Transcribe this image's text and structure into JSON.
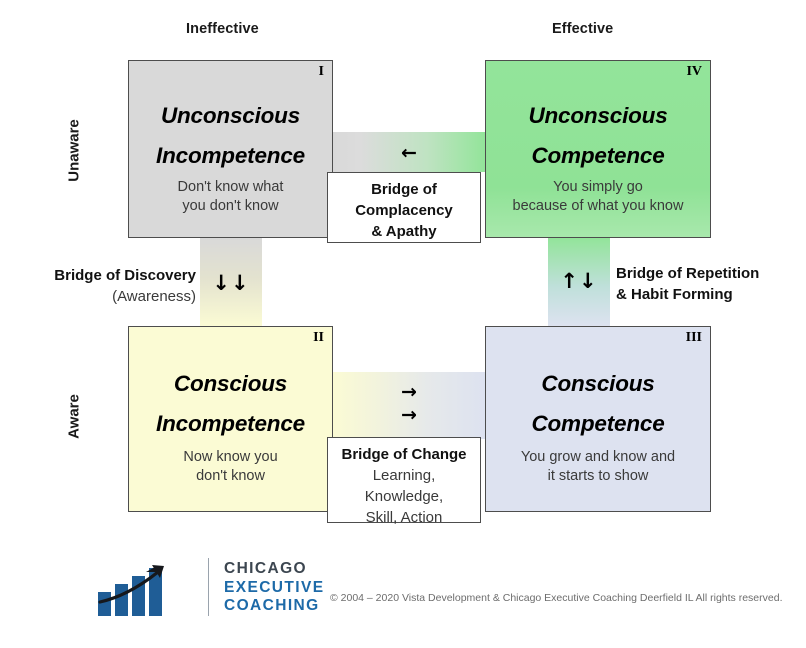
{
  "axis": {
    "columns": [
      {
        "label": "Ineffective"
      },
      {
        "label": "Effective"
      }
    ],
    "rows": [
      {
        "label": "Unaware"
      },
      {
        "label": "Aware"
      }
    ]
  },
  "quadrants": [
    {
      "id": "q1",
      "roman": "I",
      "title_line1": "Unconscious",
      "title_line2": "Incompetence",
      "sub_line1": "Don't know what",
      "sub_line2": "you don't know",
      "color": "#d9d9d9"
    },
    {
      "id": "q4",
      "roman": "IV",
      "title_line1": "Unconscious",
      "title_line2": "Competence",
      "sub_line1": "You simply go",
      "sub_line2": "because of what you know",
      "color": "#93e49a"
    },
    {
      "id": "q2",
      "roman": "II",
      "title_line1": "Conscious",
      "title_line2": "Incompetence",
      "sub_line1": "Now know you",
      "sub_line2": "don't know",
      "color": "#fbfbd4"
    },
    {
      "id": "q3",
      "roman": "III",
      "title_line1": "Conscious",
      "title_line2": "Competence",
      "sub_line1": "You grow and know and",
      "sub_line2": "it starts to show",
      "color": "#dde2f0"
    }
  ],
  "bridges": {
    "complacency": {
      "line1": "Bridge of",
      "line2": "Complacency",
      "line3": "& Apathy",
      "arrows": "←"
    },
    "discovery": {
      "line1": "Bridge of Discovery",
      "line2": "(Awareness)",
      "arrows": "↓↓"
    },
    "repetition": {
      "line1": "Bridge of Repetition",
      "line2": "& Habit Forming",
      "arrows": "↑↓"
    },
    "change": {
      "line1": "Bridge of Change",
      "line2": "Learning,",
      "line3": "Knowledge,",
      "line4": "Skill, Action",
      "arrow_1": "→",
      "arrow_2": "→"
    }
  },
  "logo": {
    "word1": "CHICAGO",
    "word2": "EXECUTIVE",
    "word3": "COACHING",
    "dark_color": "#3c4650",
    "accent_color": "#1d6aa8"
  },
  "copyright": "© 2004 – 2020  Vista Development & Chicago Executive Coaching  Deerfield IL     All rights reserved."
}
